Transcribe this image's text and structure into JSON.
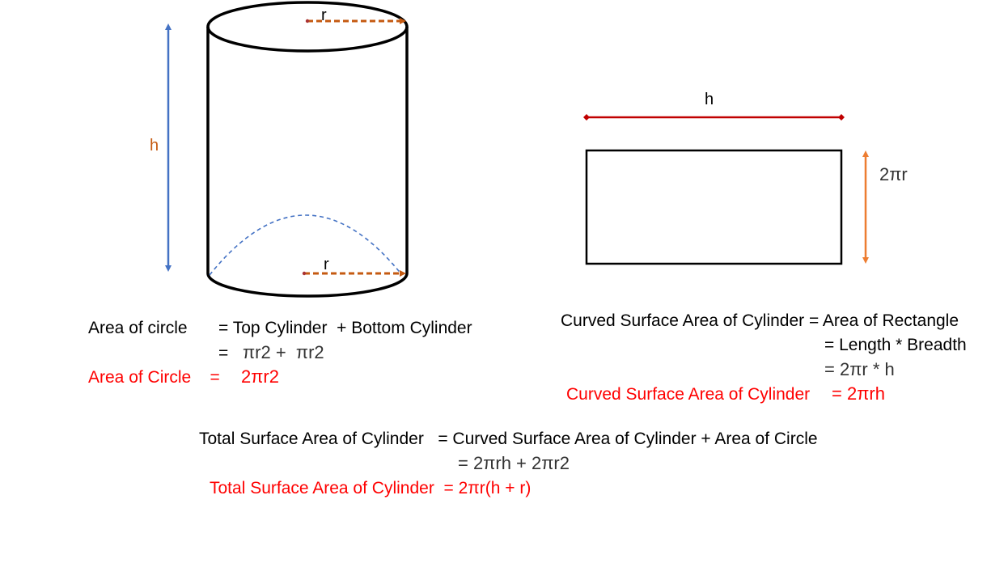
{
  "cylinder": {
    "radius_top_label": "r",
    "radius_bottom_label": "r",
    "height_label": "h",
    "colors": {
      "height_arrow": "#4472c4",
      "radius_line": "#c55a11",
      "arc": "#4472c4",
      "height_label": "#c55a11"
    }
  },
  "rectangle": {
    "width_label": "h",
    "height_label": "2πr",
    "colors": {
      "width_arrow": "#c00000",
      "height_arrow": "#ed7d31"
    }
  },
  "area_of_circle": {
    "line1_left": "Area of circle",
    "line1_right": "= Top Cylinder  + Bottom Cylinder",
    "line2_eq": "=",
    "line2_expr": "πr2 +  πr2",
    "result_label": "Area of Circle    =",
    "result_value": "2πr2"
  },
  "curved_surface": {
    "line1": "Curved Surface Area of Cylinder = Area of Rectangle",
    "line2": "= Length * Breadth",
    "line3": "= 2πr * h",
    "result_label": "Curved Surface Area of Cylinder",
    "result_value": "= 2πrh"
  },
  "total_surface": {
    "line1": "Total Surface Area of Cylinder   = Curved Surface Area of Cylinder + Area of Circle",
    "line2": "= 2πrh + 2πr2",
    "result": "Total Surface Area of Cylinder  = 2πr(h + r)"
  },
  "colors": {
    "result_text": "#ff0000"
  }
}
